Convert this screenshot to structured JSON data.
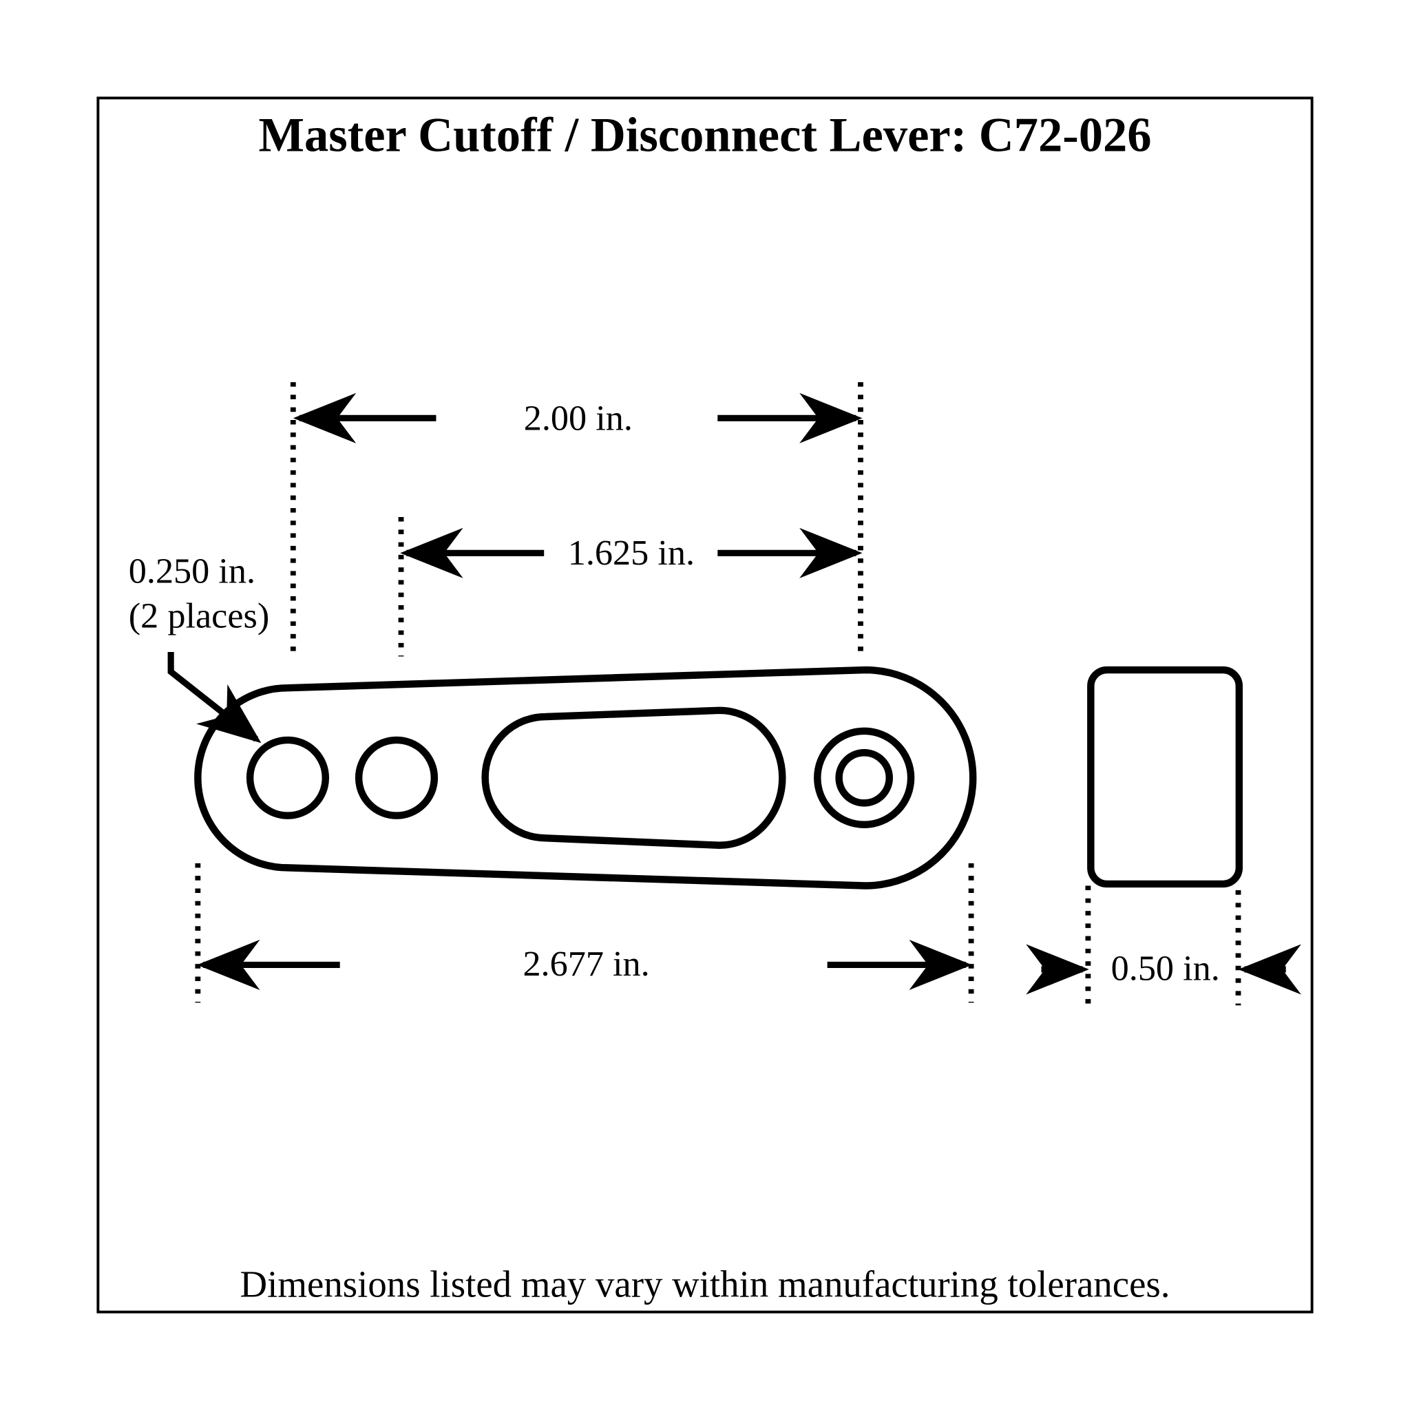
{
  "title": "Master Cutoff / Disconnect Lever: C72-026",
  "footer": "Dimensions listed may vary within manufacturing tolerances.",
  "dimensions": {
    "overall_hole_spacing": "2.00 in.",
    "inner_hole_spacing": "1.625 in.",
    "overall_length": "2.677 in.",
    "width": "0.50 in.",
    "hole_diameter": "0.250 in.",
    "hole_count_note": "(2 places)"
  }
}
